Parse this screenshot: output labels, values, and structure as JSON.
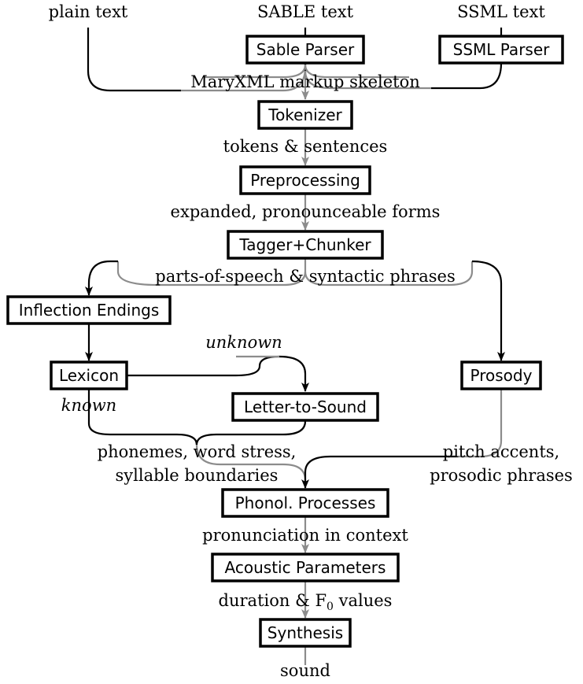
{
  "colors": {
    "black": "#000000",
    "gray": "#8c8c8c",
    "background": "#ffffff"
  },
  "inputs": {
    "plain": "plain text",
    "sable": "SABLE text",
    "ssml": "SSML text"
  },
  "modules": {
    "sable_parser": "Sable Parser",
    "ssml_parser": "SSML Parser",
    "tokenizer": "Tokenizer",
    "preprocessing": "Preprocessing",
    "tagger": "Tagger+Chunker",
    "inflection": "Inflection Endings",
    "lexicon": "Lexicon",
    "lts": "Letter-to-Sound",
    "prosody": "Prosody",
    "phonol": "Phonol. Processes",
    "acoustic": "Acoustic Parameters",
    "synthesis": "Synthesis"
  },
  "labels": {
    "maryxml": "MaryXML markup skeleton",
    "tokens": "tokens & sentences",
    "expanded": "expanded, pronounceable forms",
    "pos": "parts-of-speech & syntactic phrases",
    "unknown": "unknown",
    "known": "known",
    "phonemes_1": "phonemes, word stress,",
    "phonemes_2": "syllable boundaries",
    "pitch_1": "pitch accents,",
    "pitch_2": "prosodic phrases",
    "pron_context": "pronunciation in context",
    "duration_prefix": "duration & F",
    "duration_sub": "0",
    "duration_suffix": " values",
    "sound": "sound"
  }
}
